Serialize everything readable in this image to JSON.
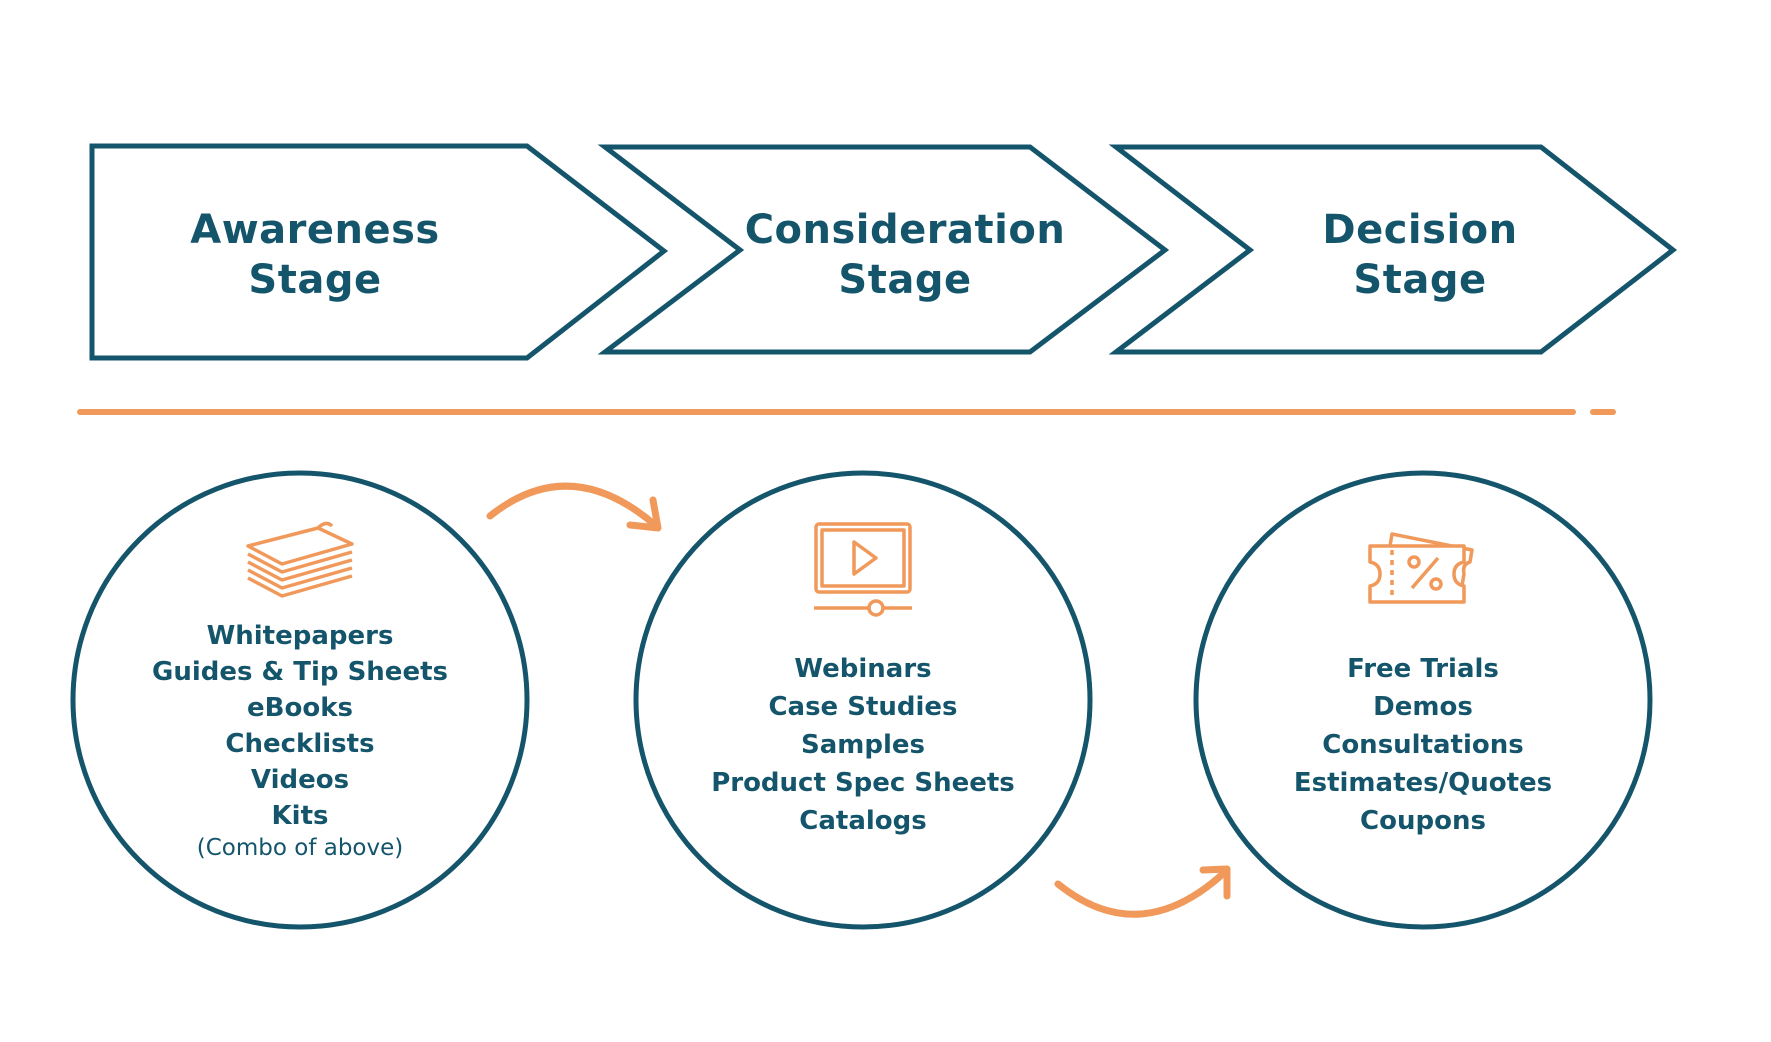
{
  "colors": {
    "primary": "#14556b",
    "accent": "#f0995a"
  },
  "stages": [
    {
      "line1": "Awareness",
      "line2": "Stage"
    },
    {
      "line1": "Consideration",
      "line2": "Stage"
    },
    {
      "line1": "Decision",
      "line2": "Stage"
    }
  ],
  "circles": [
    {
      "icon": "stacked-papers-icon",
      "items": [
        "Whitepapers",
        "Guides & Tip Sheets",
        "eBooks",
        "Checklists",
        "Videos",
        "Kits"
      ],
      "note": "(Combo of above)"
    },
    {
      "icon": "video-monitor-icon",
      "items": [
        "Webinars",
        "Case Studies",
        "Samples",
        "Product Spec Sheets",
        "Catalogs"
      ],
      "note": ""
    },
    {
      "icon": "coupon-ticket-icon",
      "items": [
        "Free Trials",
        "Demos",
        "Consultations",
        "Estimates/Quotes",
        "Coupons"
      ],
      "note": ""
    }
  ]
}
